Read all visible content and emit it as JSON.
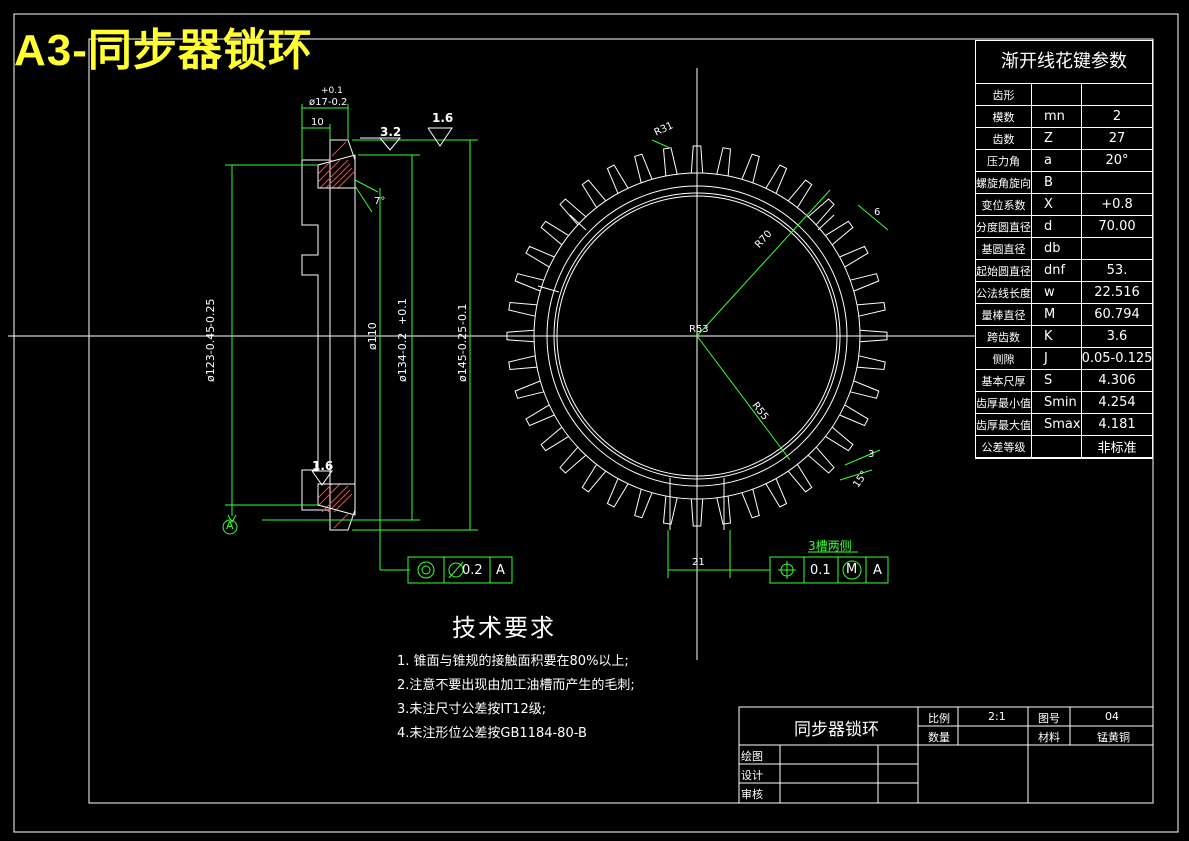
{
  "title": "A3-同步器锁环",
  "param_table": {
    "title": "渐开线花键参数",
    "rows": [
      {
        "name": "齿形",
        "symbol": "",
        "value": ""
      },
      {
        "name": "模数",
        "symbol": "mn",
        "value": "2"
      },
      {
        "name": "齿数",
        "symbol": "Z",
        "value": "27"
      },
      {
        "name": "压力角",
        "symbol": "a",
        "value": "20°"
      },
      {
        "name": "螺旋角旋向",
        "symbol": "B",
        "value": ""
      },
      {
        "name": "变位系数",
        "symbol": "X",
        "value": "+0.8"
      },
      {
        "name": "分度圆直径",
        "symbol": "d",
        "value": "70.00"
      },
      {
        "name": "基圆直径",
        "symbol": "db",
        "value": ""
      },
      {
        "name": "起始圆直径",
        "symbol": "dnf",
        "value": "53."
      },
      {
        "name": "公法线长度",
        "symbol": "w",
        "value": "22.516"
      },
      {
        "name": "量棒直径",
        "symbol": "M",
        "value": "60.794"
      },
      {
        "name": "跨齿数",
        "symbol": "K",
        "value": "3.6"
      },
      {
        "name": "侧隙",
        "symbol": "J",
        "value": "0.05-0.125"
      },
      {
        "name": "基本尺厚",
        "symbol": "S",
        "value": "4.306"
      },
      {
        "name": "齿厚最小值",
        "symbol": "Smin",
        "value": "4.254"
      },
      {
        "name": "齿厚最大值",
        "symbol": "Smax",
        "value": "4.181"
      },
      {
        "name": "公差等级",
        "symbol": "",
        "value": "非标准"
      }
    ]
  },
  "tech_req": {
    "title": "技术要求",
    "items": [
      "1. 锥面与锥规的接触面积要在80%以上;",
      "2.注意不要出现由加工油槽而产生的毛刺;",
      "3.未注尺寸公差按IT12级;",
      "4.未注形位公差按GB1184-80-B"
    ]
  },
  "title_block": {
    "part_name": "同步器锁环",
    "scale_label": "比例",
    "scale_value": "2:1",
    "drawing_no_label": "图号",
    "drawing_no_value": "04",
    "qty_label": "数量",
    "material_label": "材料",
    "material_value": "锰黄铜",
    "drawn_label": "绘图",
    "design_label": "设计",
    "review_label": "审核"
  },
  "dims": {
    "d17": "ø17-0.2",
    "d17_tol": "+0.1",
    "w10": "10",
    "rough1": "3.2",
    "rough2": "1.6",
    "rough3": "1.6",
    "angle": "7°",
    "d123": "ø123-0.45",
    "d123_tol": "-0.25",
    "d110": "ø110",
    "d134": "ø134-0.2",
    "d134_tol": "+0.1",
    "d145": "ø145-0.25",
    "d145_tol": "-0.1",
    "datum": "A",
    "fc1_tol": "0.2",
    "fc1_datum": "A",
    "r31": "R31",
    "r70": "R70",
    "r53": "R53",
    "r55": "R55",
    "w6": "6",
    "w3": "3",
    "ang15": "15°",
    "w21": "21",
    "groove": "3槽两侧",
    "fc2_tol": "0.1",
    "fc2_datum": "A"
  }
}
